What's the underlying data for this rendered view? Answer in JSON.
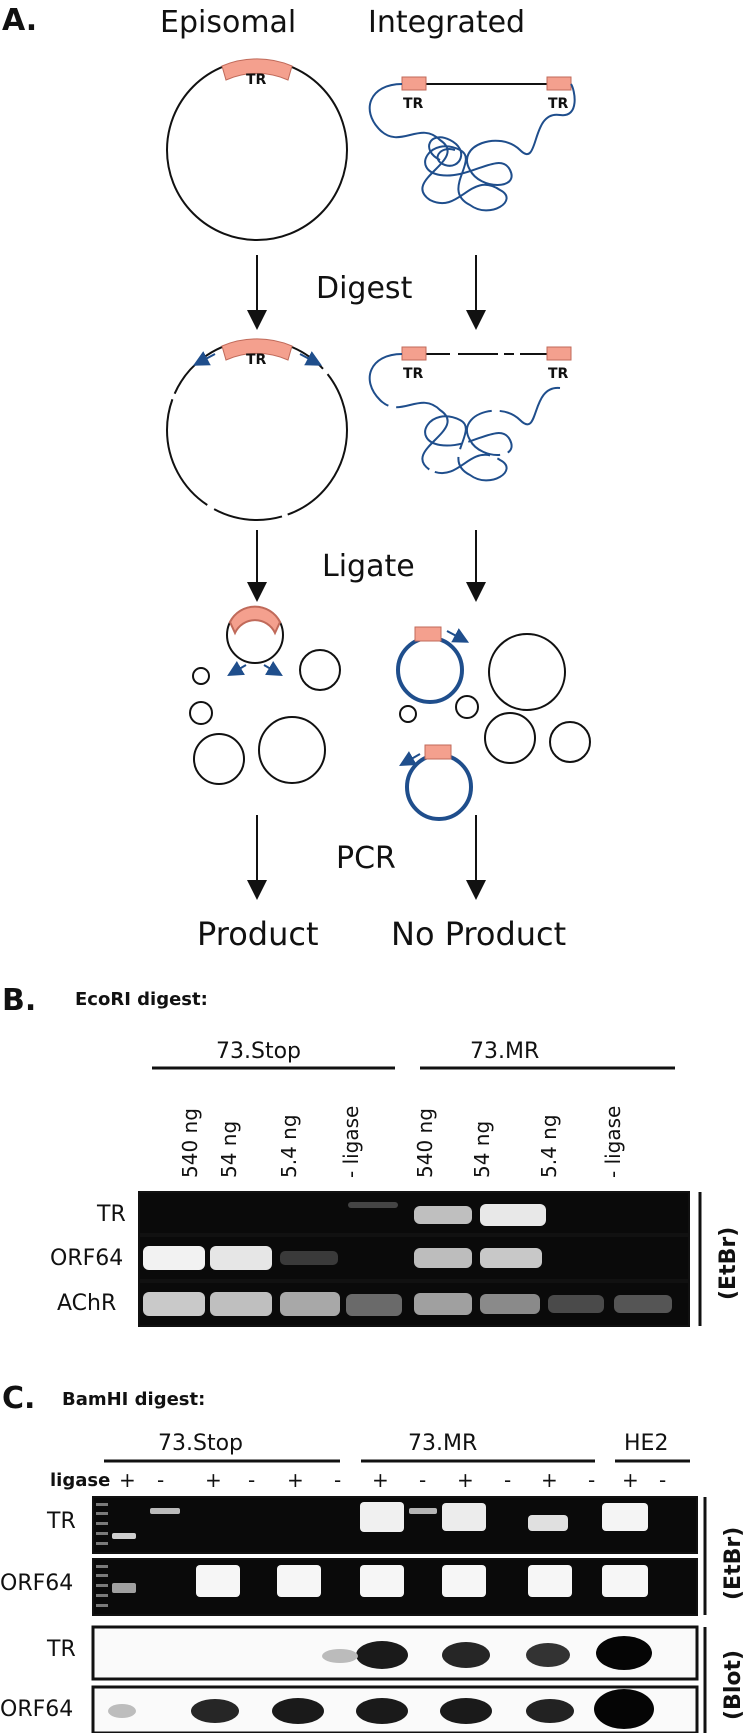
{
  "panelA": {
    "label": "A.",
    "episomal": "Episomal",
    "integrated": "Integrated",
    "tr": "TR",
    "step1": "Digest",
    "step2": "Ligate",
    "step3": "PCR",
    "outcome_left": "Product",
    "outcome_right": "No Product"
  },
  "panelB": {
    "label": "B.",
    "title": "EcoRI digest:",
    "group1": "73.Stop",
    "group2": "73.MR",
    "lanes": [
      "540 ng",
      "54 ng",
      "5.4 ng",
      "- ligase",
      "540 ng",
      "54 ng",
      "5.4 ng",
      "- ligase"
    ],
    "rows": [
      "TR",
      "ORF64",
      "AChR"
    ],
    "stain": "(EtBr)"
  },
  "panelC": {
    "label": "C.",
    "title": "BamHI digest:",
    "group1": "73.Stop",
    "group2": "73.MR",
    "group3": "HE2",
    "ligase_label": "ligase",
    "ligase_signs": [
      "+",
      "-",
      "+",
      "-",
      "+",
      "-",
      "+",
      "-",
      "+",
      "-",
      "+",
      "-",
      "+",
      "-"
    ],
    "rows_etbr": [
      "TR",
      "ORF64"
    ],
    "rows_blot": [
      "TR",
      "ORF64"
    ],
    "stain1": "(EtBr)",
    "stain2": "(Blot)"
  },
  "colors": {
    "tr_box": "#f4a08e",
    "integrated_dna": "#1f4e8c"
  }
}
